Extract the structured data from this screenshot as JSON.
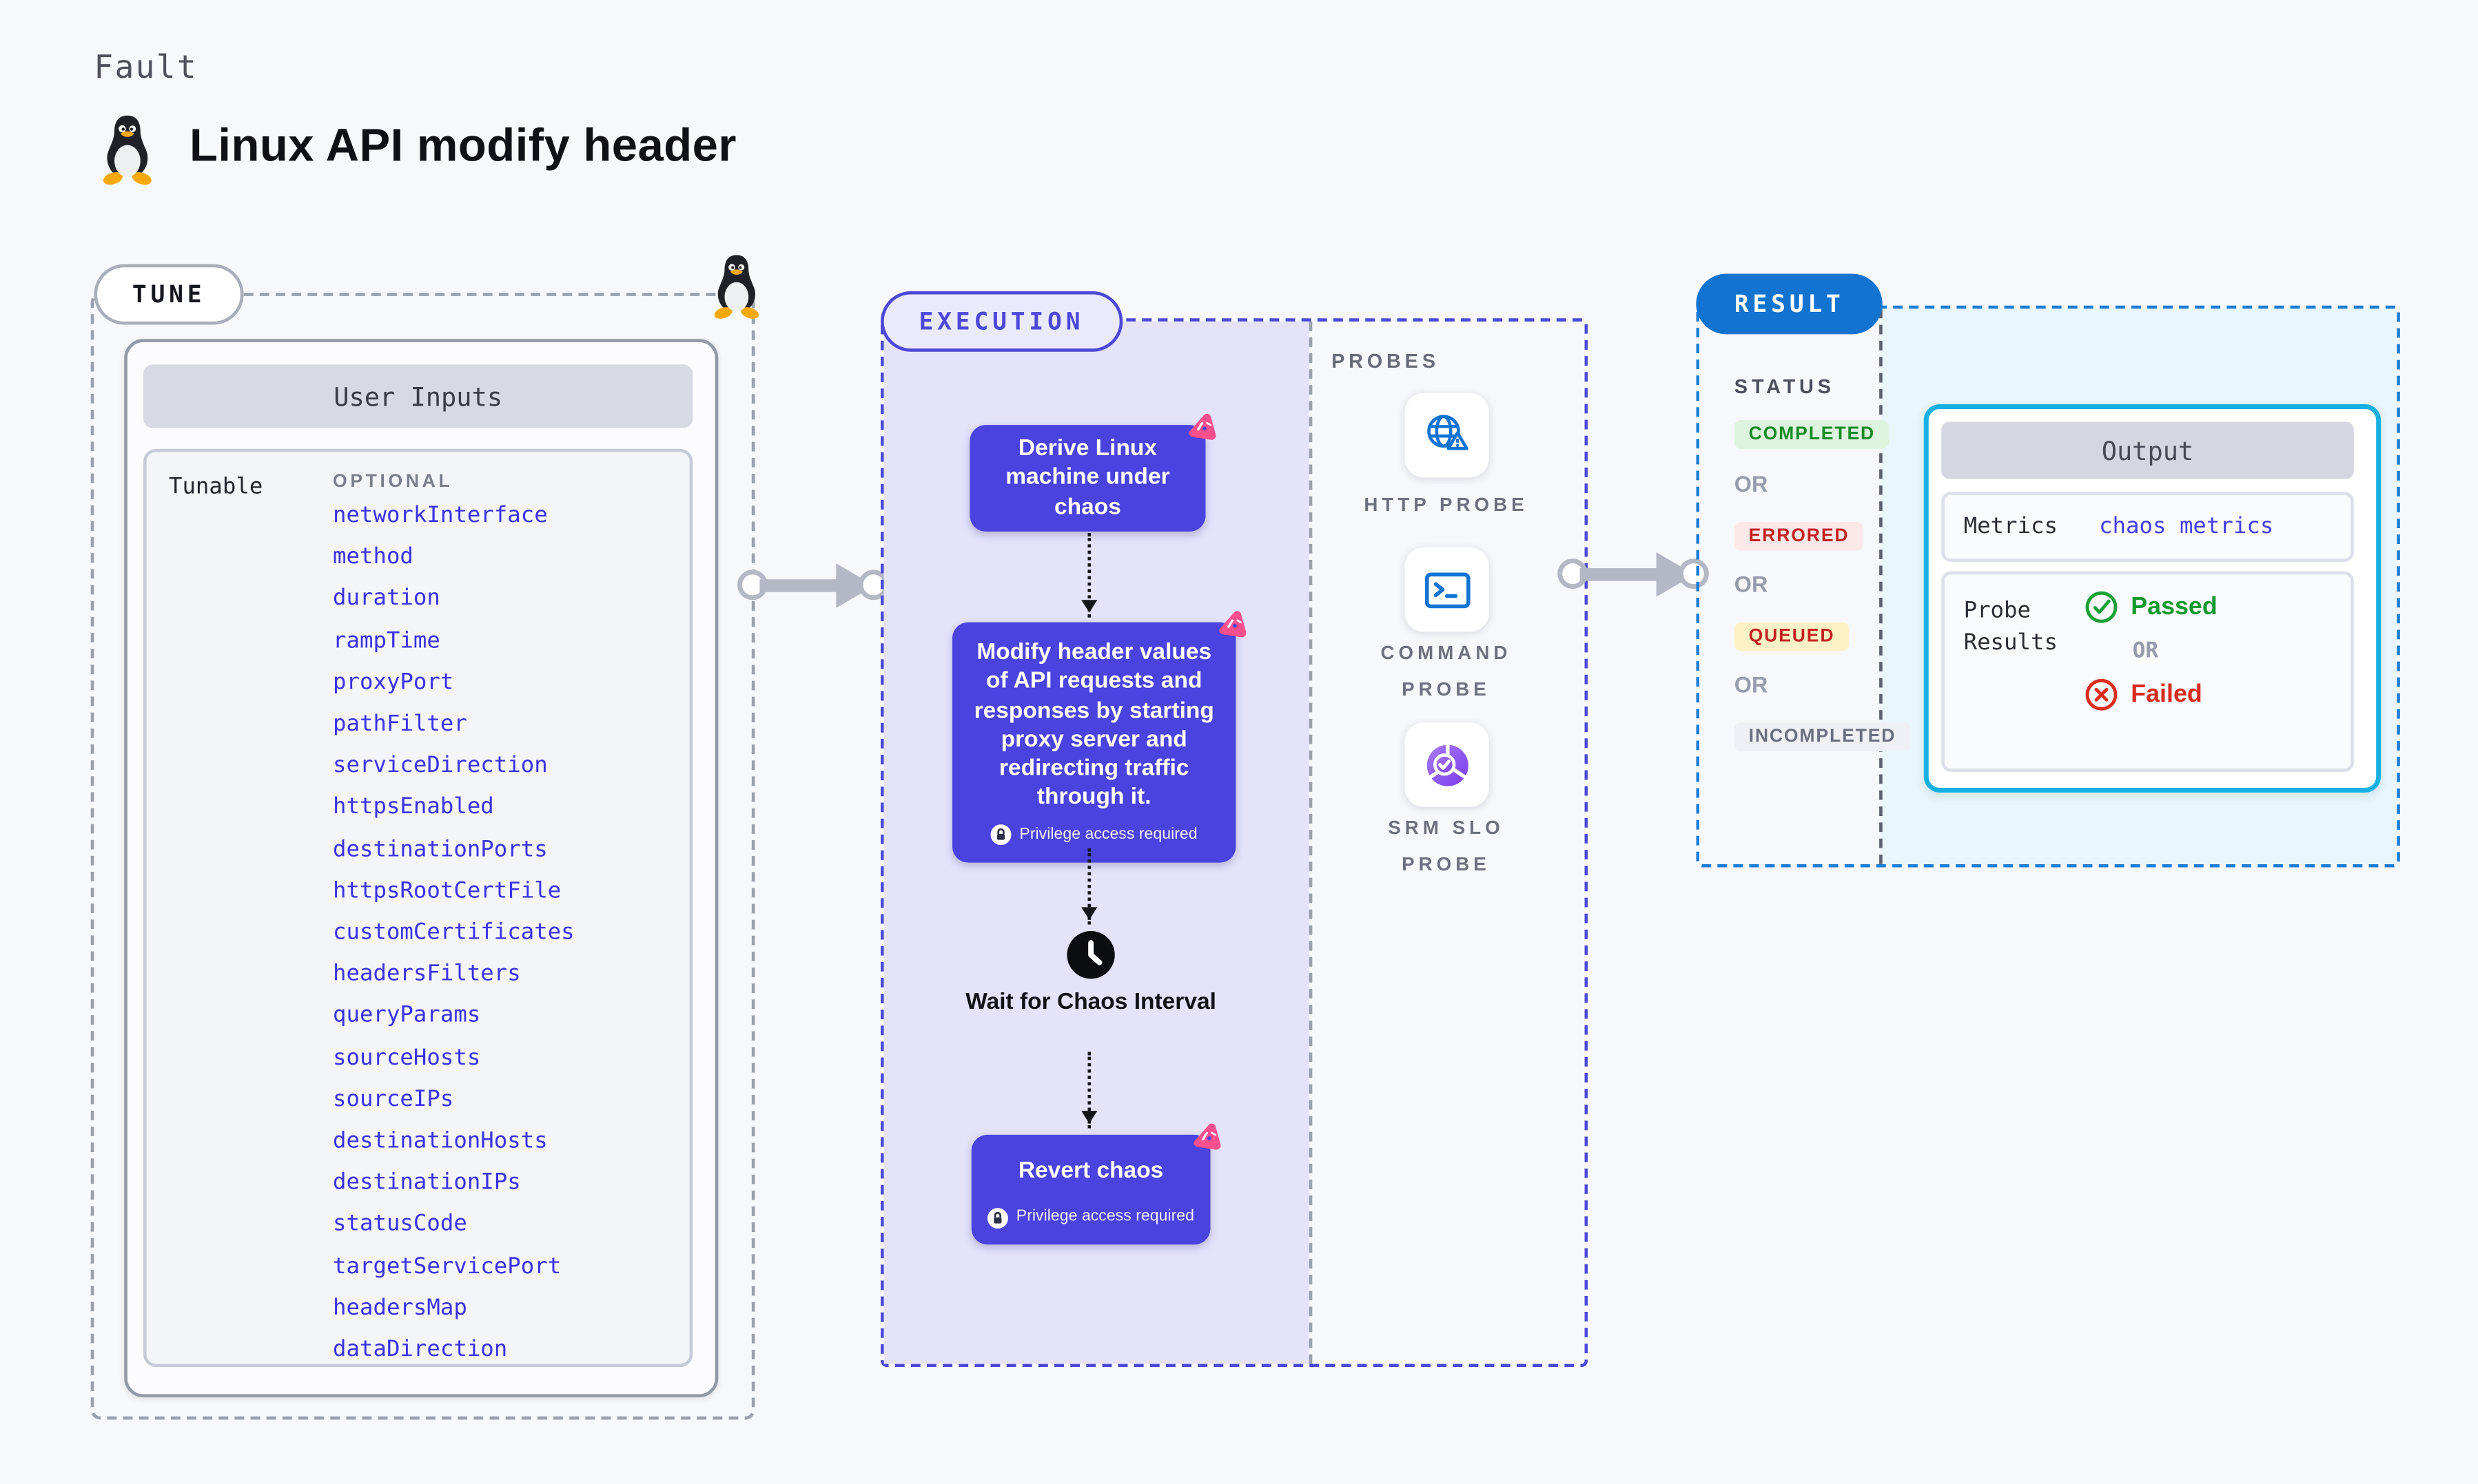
{
  "page": {
    "fault_label": "Fault",
    "title": "Linux API modify header"
  },
  "tune": {
    "label": "TUNE",
    "table_title": "User Inputs",
    "row_label": "Tunable",
    "column_label": "OPTIONAL",
    "params": [
      "networkInterface",
      "method",
      "duration",
      "rampTime",
      "proxyPort",
      "pathFilter",
      "serviceDirection",
      "httpsEnabled",
      "destinationPorts",
      "httpsRootCertFile",
      "customCertificates",
      "headersFilters",
      "queryParams",
      "sourceHosts",
      "sourceIPs",
      "destinationHosts",
      "destinationIPs",
      "statusCode",
      "targetServicePort",
      "headersMap",
      "dataDirection"
    ]
  },
  "execution": {
    "label": "EXECUTION",
    "privilege_note": "Privilege access required",
    "steps": {
      "derive": "Derive Linux machine under chaos",
      "modify": "Modify header values of API requests and responses by starting proxy server and redirecting traffic through it.",
      "wait": "Wait for Chaos Interval",
      "revert": "Revert chaos"
    },
    "probes_label": "PROBES",
    "probes": [
      "HTTP PROBE",
      "COMMAND PROBE",
      "SRM SLO PROBE"
    ]
  },
  "result": {
    "label": "RESULT",
    "status_label": "STATUS",
    "or_label": "OR",
    "statuses": [
      "COMPLETED",
      "ERRORED",
      "QUEUED",
      "INCOMPLETED"
    ],
    "output": {
      "title": "Output",
      "metrics_label": "Metrics",
      "metrics_value": "chaos metrics",
      "probe_results_label": "Probe Results",
      "passed_label": "Passed",
      "or_label": "OR",
      "failed_label": "Failed"
    }
  },
  "colors": {
    "accent_indigo": "#4d47d8",
    "step_fill": "#4a43df",
    "param_link": "#3c31e4",
    "result_blue": "#1273d0",
    "output_border": "#16b1e2",
    "passed_green": "#13992e",
    "failed_red": "#d62b1e",
    "completed_bg": "#ddf4de",
    "errored_bg": "#fbe9e9",
    "queued_bg": "#fdf2c5",
    "incompleted_bg": "#eef0f6",
    "badge_pink": "#fb4f8e",
    "probe_icon_blue": "#1173d4",
    "slo_purple": "#7a3bee"
  }
}
